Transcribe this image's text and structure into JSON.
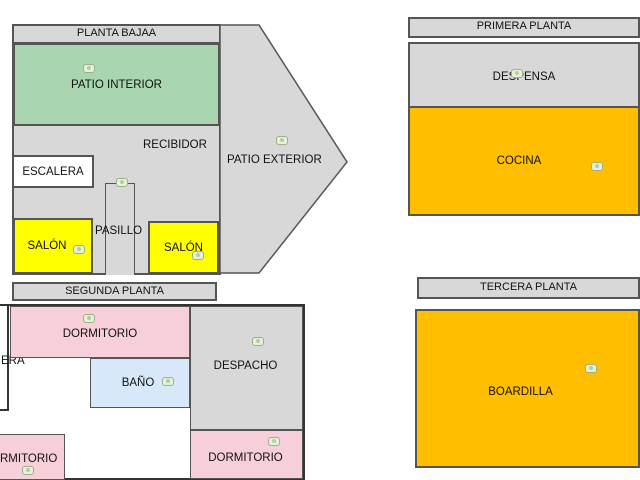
{
  "floors": {
    "planta_baja": {
      "title": "PLANTA BAJAA",
      "rooms": {
        "patio_interior": "PATIO INTERIOR",
        "recibidor": "RECIBIDOR",
        "patio_exterior": "PATIO EXTERIOR",
        "escalera": "ESCALERA",
        "pasillo": "PASILLO",
        "salon_left": "SALÓN",
        "salon_right": "SALÓN"
      }
    },
    "primera_planta": {
      "title": "PRIMERA PLANTA",
      "rooms": {
        "despensa": "DESPENSA",
        "cocina": "COCINA"
      }
    },
    "segunda_planta": {
      "title": "SEGUNDA PLANTA",
      "rooms": {
        "escalera_partial": "ERA",
        "dormitorio_top": "DORMITORIO",
        "despacho": "DESPACHO",
        "bano": "BAÑO",
        "dormitorio_bottom_left": "RMITORIO",
        "dormitorio_bottom_right": "DORMITORIO"
      }
    },
    "tercera_planta": {
      "title": "TERCERA PLANTA",
      "rooms": {
        "boardilla": "BOARDILLA"
      }
    }
  },
  "colors": {
    "green": "#a9d6b0",
    "gray": "#d8d8d8",
    "pink": "#f7cfd8",
    "blue": "#d6e8fa",
    "yellow": "#ffff00",
    "orange": "#ffbf00"
  }
}
